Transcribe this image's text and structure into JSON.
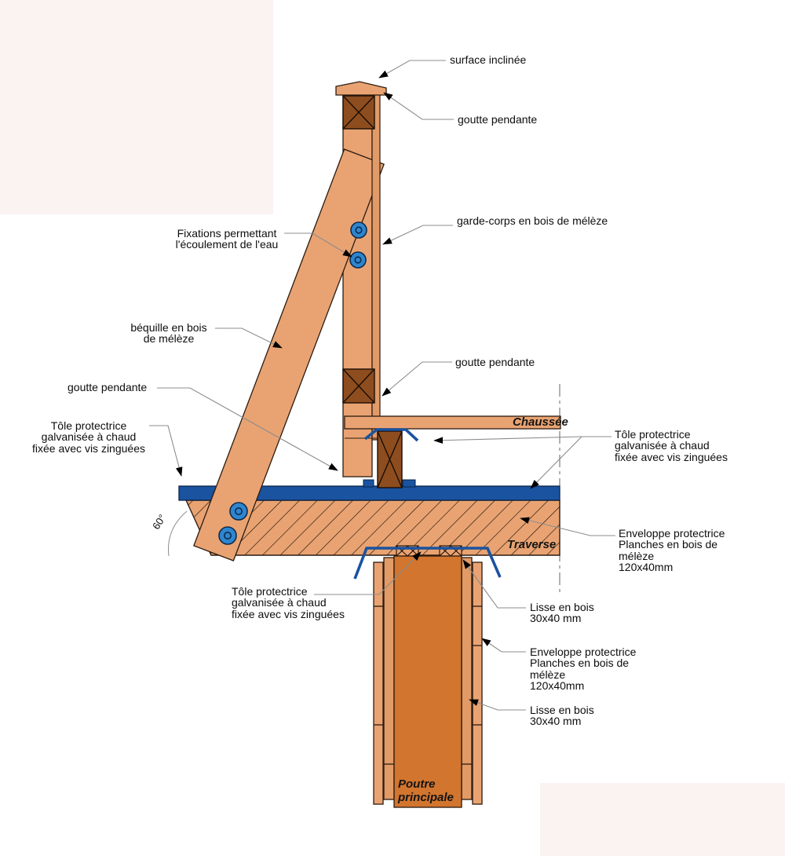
{
  "diagram": {
    "labels": {
      "surface_inclinee": "surface inclinée",
      "goutte_pendante_top": "goutte pendante",
      "garde_corps": "garde-corps en bois de mélèze",
      "fixations": "Fixations permettant\nl'écoulement de l'eau",
      "bequille": "béquille en bois\nde mélèze",
      "goutte_pendante_left": "goutte pendante",
      "goutte_pendante_mid": "goutte pendante",
      "tole_protectrice_left": "Tôle protectrice\ngalvanisée à chaud\nfixée avec vis zinguées",
      "tole_protectrice_right": "Tôle protectrice\ngalvanisée à chaud\nfixée avec vis zinguées",
      "tole_protectrice_bottom": "Tôle protectrice\ngalvanisée à chaud\nfixée avec vis zinguées",
      "enveloppe_traverse": "Enveloppe protectrice\nPlanches en bois de\nmélèze\n120x40mm",
      "enveloppe_poutre": "Enveloppe protectrice\nPlanches en bois de\nmélèze\n120x40mm",
      "lisse_top": "Lisse en bois\n30x40 mm",
      "lisse_bottom": "Lisse en bois\n30x40 mm",
      "chaussee": "Chaussée",
      "traverse": "Traverse",
      "poutre_principale": "Poutre\nprincipale",
      "angle": "60°"
    },
    "colors": {
      "wood_light": "#E9A372",
      "wood_strip": "#E29A66",
      "wood_dark_block": "#8E4D1F",
      "wood_beam": "#D2752E",
      "steel_blue": "#1A53A0",
      "bolt_blue": "#2E86CF",
      "leader_gray": "#8C8C8C",
      "outline": "#2B1B10",
      "background_pink": "#FBF2F2"
    }
  }
}
